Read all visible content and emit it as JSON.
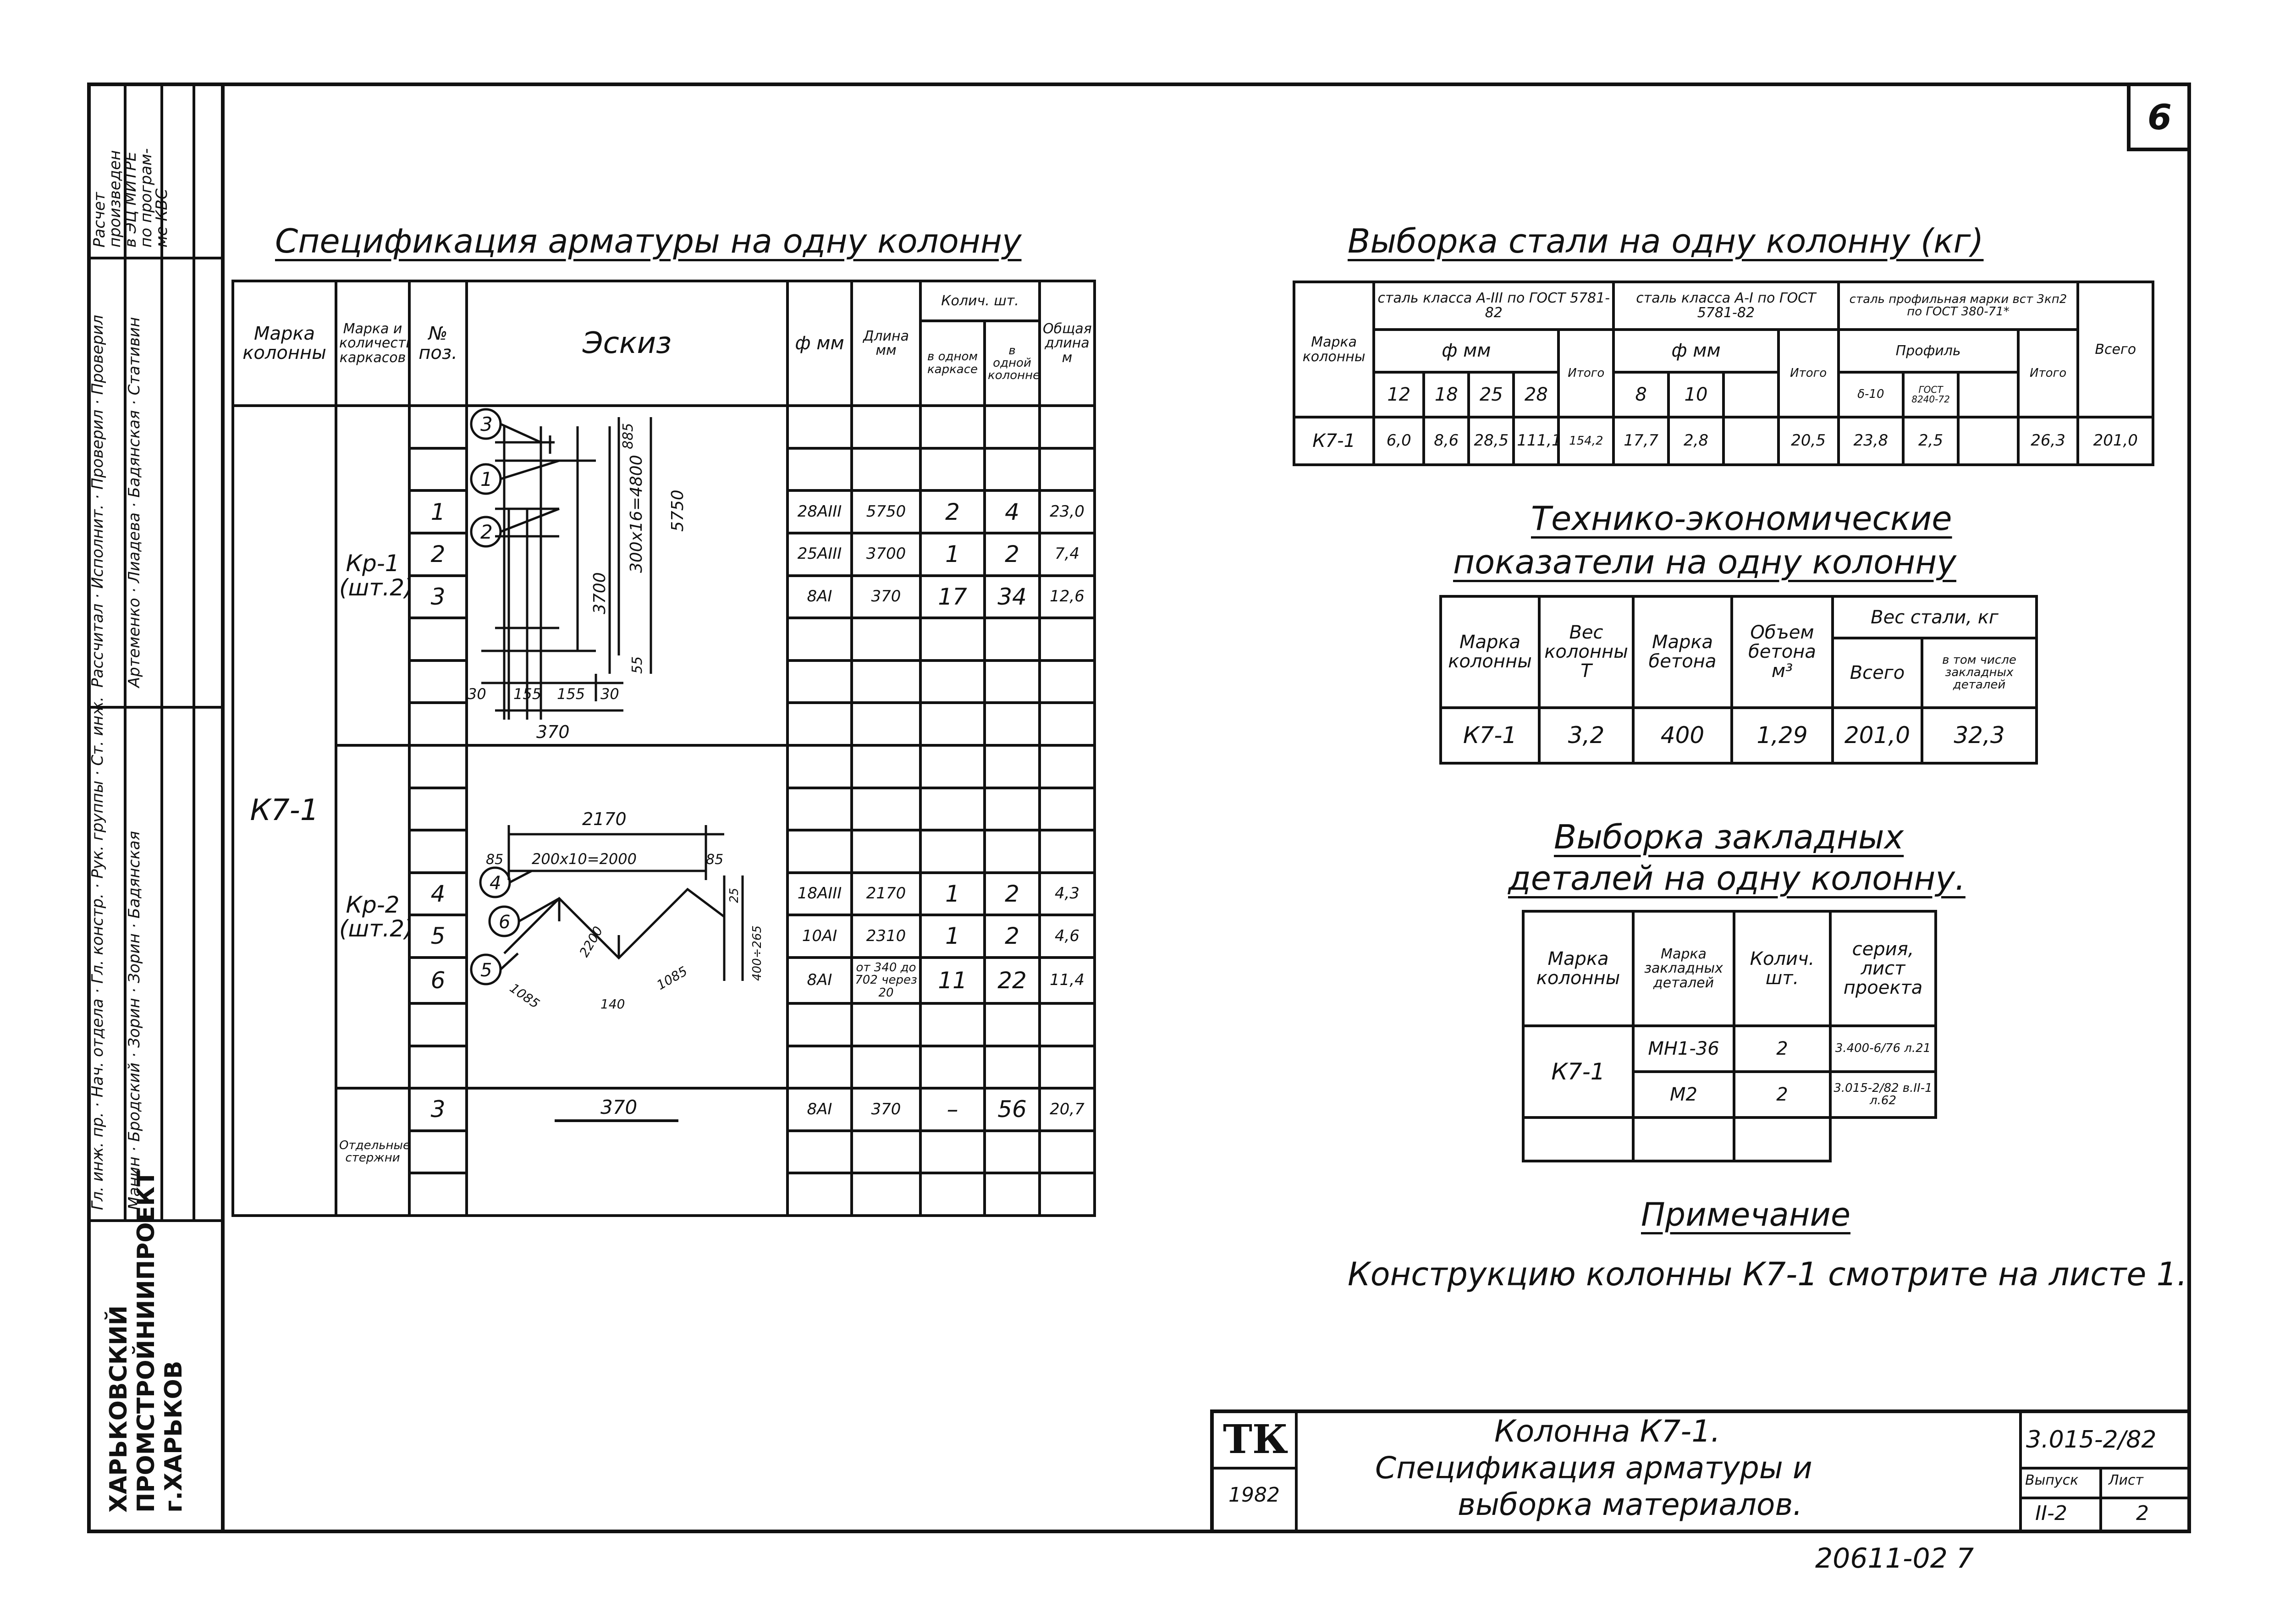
{
  "sheet_number": "6",
  "spec_title": "Спецификация арматуры на одну колонну",
  "spec_headers": {
    "marka_kolonny": "Марка колонны",
    "marka_karkasov": "Марка и количество каркасов",
    "pos": "№ поз.",
    "sketch": "Эскиз",
    "phi": "ф мм",
    "length": "Длина мм",
    "qty": "Колич. шт.",
    "qty_frame": "в одном каркасе",
    "qty_column": "в одной колонне",
    "total_len": "Общая длина м"
  },
  "spec_column_mark": "К7-1",
  "spec_groups": [
    {
      "karkas": "Кр-1",
      "karkas_qty": "(шт.2)",
      "rows": [
        {
          "pos": "1",
          "phi": "28АIII",
          "len": "5750",
          "q1": "2",
          "q2": "4",
          "total": "23,0"
        },
        {
          "pos": "2",
          "phi": "25АIII",
          "len": "3700",
          "q1": "1",
          "q2": "2",
          "total": "7,4"
        },
        {
          "pos": "3",
          "phi": "8АI",
          "len": "370",
          "q1": "17",
          "q2": "34",
          "total": "12,6"
        }
      ]
    },
    {
      "karkas": "Кр-2",
      "karkas_qty": "(шт.2)",
      "rows": [
        {
          "pos": "4",
          "phi": "18АIII",
          "len": "2170",
          "q1": "1",
          "q2": "2",
          "total": "4,3"
        },
        {
          "pos": "5",
          "phi": "10АI",
          "len": "2310",
          "q1": "1",
          "q2": "2",
          "total": "4,6"
        },
        {
          "pos": "6",
          "phi": "8АI",
          "len": "от 340 до 702 через 20",
          "q1": "11",
          "q2": "22",
          "total": "11,4"
        }
      ]
    },
    {
      "karkas": "Отдельные стержни",
      "karkas_qty": "",
      "rows": [
        {
          "pos": "3",
          "phi": "8АI",
          "len": "370",
          "q1": "–",
          "q2": "56",
          "total": "20,7"
        }
      ]
    }
  ],
  "sketch1": {
    "callouts": [
      "3",
      "1",
      "2"
    ],
    "dims": [
      "885",
      "300x16=4800",
      "5750",
      "3700",
      "55",
      "30",
      "155",
      "155",
      "30",
      "370"
    ]
  },
  "sketch2": {
    "callouts": [
      "4",
      "6",
      "5"
    ],
    "dims": [
      "2170",
      "85",
      "200x10=2000",
      "85",
      "25",
      "400÷265",
      "2200",
      "1085",
      "140",
      "1085"
    ]
  },
  "sketch3": {
    "dim": "370"
  },
  "steel_title": "Выборка стали на одну колонну (кг)",
  "steel_headers": {
    "marka": "Марка колонны",
    "class_a3": "сталь класса А-III по ГОСТ 5781-82",
    "class_a1": "сталь класса А-I по ГОСТ 5781-82",
    "profile_steel": "сталь профильная марки вст 3кп2 по ГОСТ 380-71*",
    "phi_mm": "ф мм",
    "itogo": "Итого",
    "profile": "Профиль",
    "vsego": "Всего",
    "d_a3": [
      "12",
      "18",
      "25",
      "28"
    ],
    "d_a1": [
      "8",
      "10"
    ],
    "d_prof": [
      "δ-10",
      "ГОСТ 8240-72"
    ]
  },
  "steel_row": {
    "marka": "К7-1",
    "a3": [
      "6,0",
      "8,6",
      "28,5",
      "111,1"
    ],
    "a3_total": "154,2",
    "a1": [
      "17,7",
      "2,8",
      ""
    ],
    "a1_total": "20,5",
    "prof": [
      "23,8",
      "2,5",
      ""
    ],
    "prof_total": "26,3",
    "total": "201,0"
  },
  "tech_title_1": "Технико-экономические",
  "tech_title_2": "показатели на одну колонну",
  "tech_headers": {
    "marka": "Марка колонны",
    "ves": "Вес колонны Т",
    "beton": "Марка бетона",
    "obem": "Объем бетона м³",
    "ves_stali": "Вес стали, кг",
    "vsego": "Всего",
    "vtom": "в том числе закладных деталей"
  },
  "tech_row": {
    "marka": "К7-1",
    "ves": "3,2",
    "beton": "400",
    "obem": "1,29",
    "vsego": "201,0",
    "vtom": "32,3"
  },
  "emb_title_1": "Выборка закладных",
  "emb_title_2": "деталей на одну колонну.",
  "emb_headers": {
    "marka": "Марка колонны",
    "marka_det": "Марка закладных деталей",
    "kol": "Колич. шт.",
    "seriya": "серия, лист проекта"
  },
  "emb_mark": "К7-1",
  "emb_rows": [
    {
      "det": "МН1-36",
      "kol": "2",
      "ser": "3.400-6/76 л.21"
    },
    {
      "det": "М2",
      "kol": "2",
      "ser": "3.015-2/82 в.II-1 л.62"
    }
  ],
  "note_title": "Примечание",
  "note_text": "Конструкцию колонны К7-1 смотрите на листе 1.",
  "stamp": {
    "logo": "ТК",
    "year": "1982",
    "title_1": "Колонна К7-1.",
    "title_2": "Спецификация арматуры и",
    "title_3": "выборка материалов.",
    "code": "3.015-2/82",
    "vypusk_label": "Выпуск",
    "vypusk": "II-2",
    "list_label": "Лист",
    "list": "2"
  },
  "archive_number": "20611-02   7",
  "side_note": [
    "Расчет",
    "произведен",
    "в ЭЦ МИТРЕ",
    "по програм-",
    "ме КВС"
  ],
  "side_roles": [
    "Гл. инж. пр.",
    "Нач. отдела",
    "Гл. констр.",
    "Рук. группы",
    "Ст. инж."
  ],
  "side_names": [
    "Манин",
    "Бродский",
    "Зорин",
    "Зорин",
    "Бадянская"
  ],
  "side_roles2": [
    "Рассчитал",
    "Исполнит.",
    "Проверил",
    "Проверил"
  ],
  "side_names2": [
    "Артеменко",
    "Лиадева",
    "Бадянская",
    "Стативин"
  ],
  "side_org": [
    "ХАРЬКОВСКИЙ",
    "ПРОМСТРОЙНИИПРОЕКТ",
    "г.ХАРЬКОВ"
  ]
}
